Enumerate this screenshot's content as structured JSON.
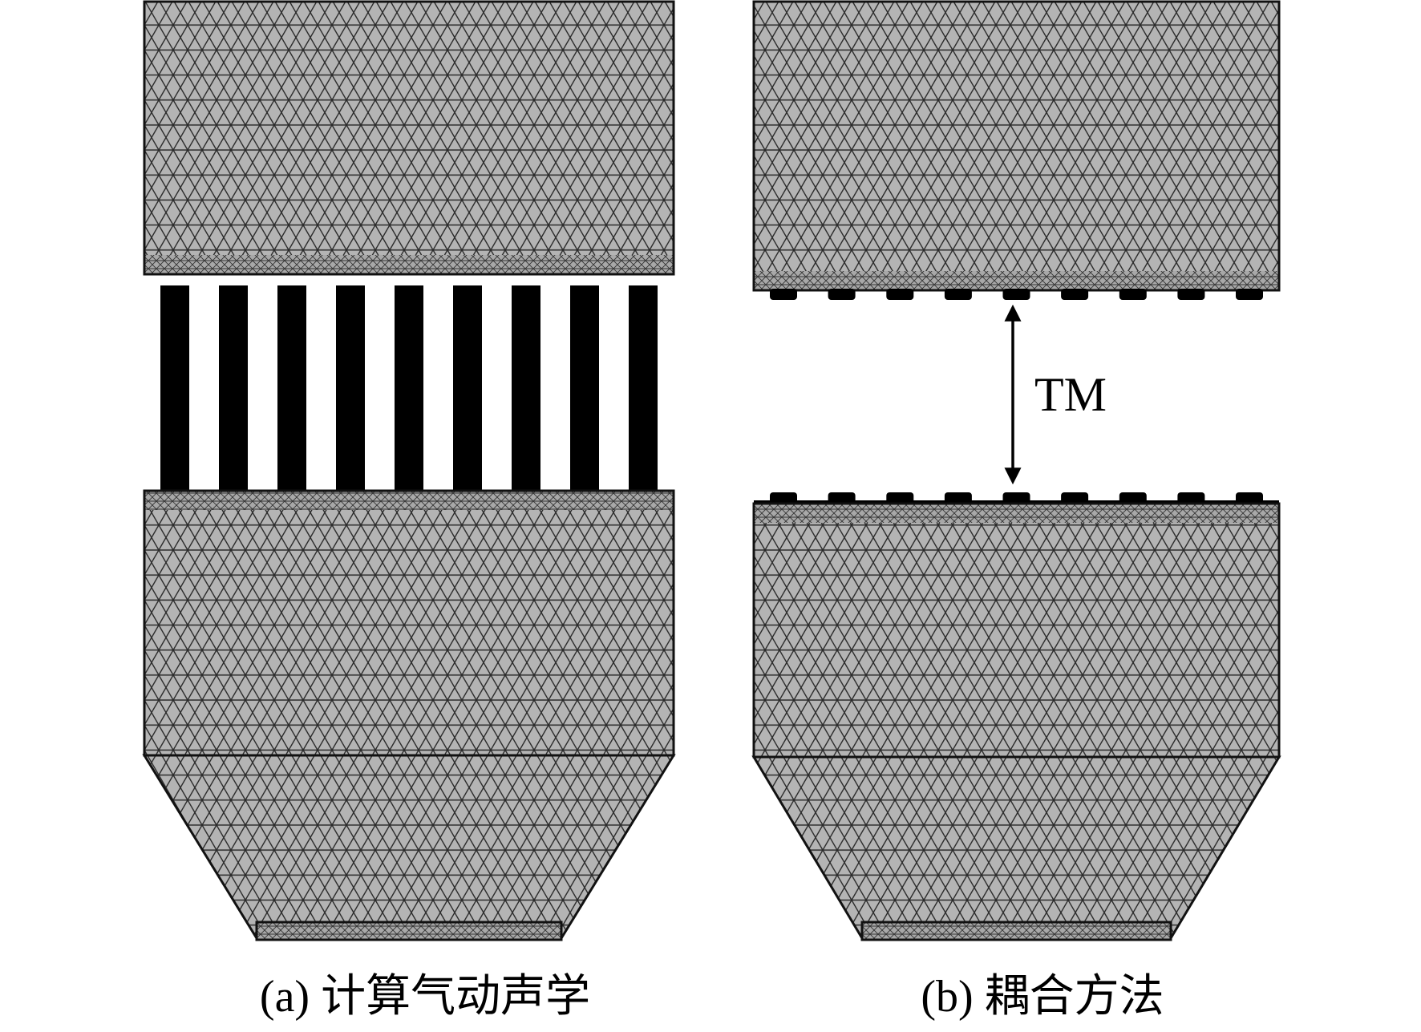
{
  "panel_a": {
    "caption": "(a) 计算气动声学"
  },
  "panel_b": {
    "caption": "(b) 耦合方法",
    "arrow_label": "TM"
  },
  "colors": {
    "mesh_fill": "#b4b4b4",
    "mesh_line": "#2a2a2a",
    "outline": "#111111",
    "bars": "#000000",
    "background": "#ffffff"
  }
}
